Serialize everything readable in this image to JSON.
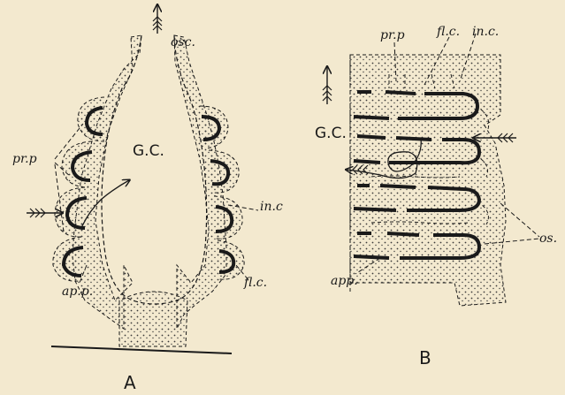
{
  "figure_a": {
    "caption": "A",
    "labels": {
      "osc": "osc.",
      "gc": "G.C.",
      "prp": "pr.p",
      "inc": "in.c",
      "flc": "fl.c.",
      "app": "ap.p."
    }
  },
  "figure_b": {
    "caption": "B",
    "labels": {
      "prp": "pr.p",
      "flc": "fl.c.",
      "inc": "in.c.",
      "gc": "G.C.",
      "os": "os.",
      "app": "app."
    }
  },
  "colors": {
    "paper": "#f3e9cf",
    "ink": "#1a1a1a",
    "stipple": "#3a3a3a"
  }
}
